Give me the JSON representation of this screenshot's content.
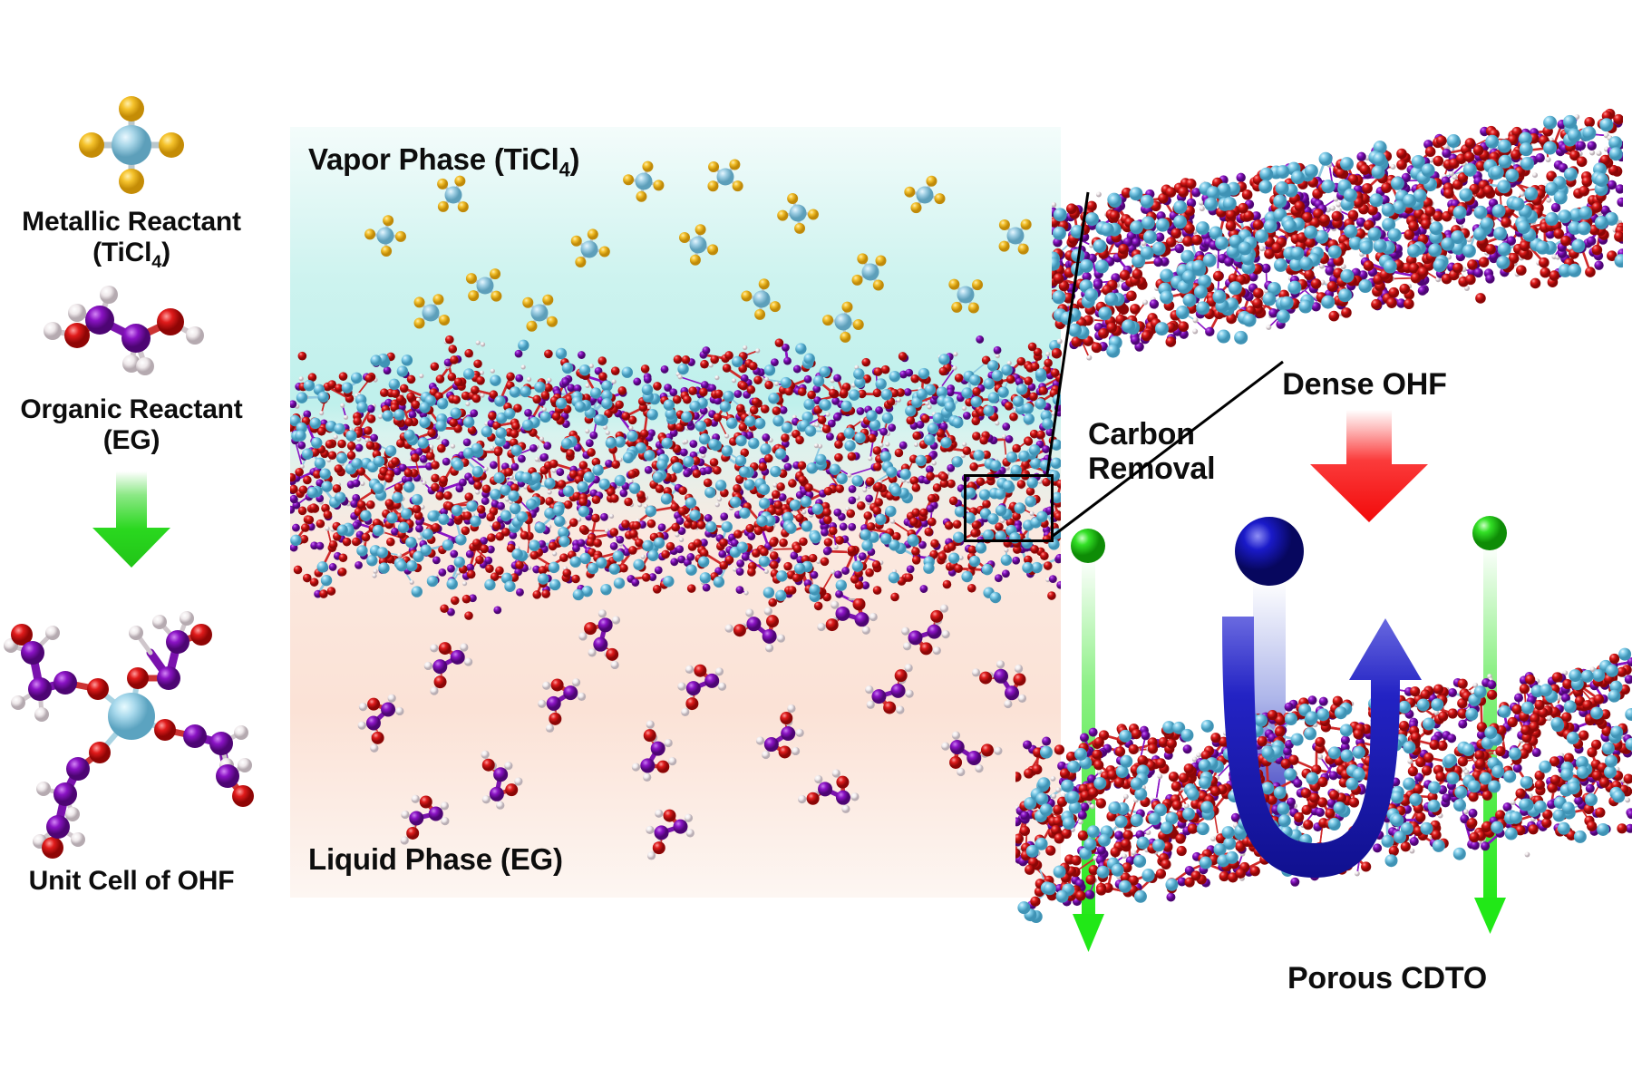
{
  "figure": {
    "type": "schematic-diagram",
    "topic": "Vapor-liquid interfacial synthesis of organic-inorganic hybrid film (OHF) and conversion to porous carbon-doped titanium oxide (CDTO) membrane"
  },
  "legend": {
    "items": [
      {
        "id": "metallic-reactant",
        "line1": "Metallic Reactant",
        "line2_pre": "(TiCl",
        "line2_sub": "4",
        "line2_post": ")",
        "molecule": "TiCl4",
        "center_color": "#9ecde0",
        "ligand_color": "#f5c22b",
        "ligand_count": 4
      },
      {
        "id": "organic-reactant",
        "line1": "Organic Reactant",
        "line2_pre": "(EG",
        "line2_sub": "",
        "line2_post": ")",
        "molecule": "ethylene glycol",
        "carbon_color": "#8a13c4",
        "oxygen_color": "#e01b1b",
        "hydrogen_color": "#f2eef0"
      },
      {
        "id": "unit-cell",
        "line1": "Unit Cell of OHF",
        "line2_pre": "",
        "line2_sub": "",
        "line2_post": "",
        "molecule": "Ti(OCH2CH2OH)x",
        "titanium_color": "#a5d4e6"
      }
    ],
    "arrow_between": {
      "name": "reaction-arrow",
      "color": "#21d418",
      "direction": "down"
    }
  },
  "reactor": {
    "vapor_label_pre": "Vapor Phase (TiCl",
    "vapor_label_sub": "4",
    "vapor_label_post": ")",
    "liquid_label": "Liquid Phase (EG)",
    "vapor_bg_top": "#f4fcfb",
    "vapor_bg_bottom": "#bff0ec",
    "liquid_bg_top": "#fbe9e0",
    "liquid_bg_bottom": "#fdf6f2",
    "vapor_molecule_count": 16,
    "liquid_molecule_count": 17,
    "film_description": "dense interfacial hybrid film of Ti (cyan), C (purple), O (red), H (white)"
  },
  "right": {
    "dense_label": "Dense OHF",
    "carbon_removal_line1": "Carbon",
    "carbon_removal_line2": "Removal",
    "porous_label": "Porous CDTO",
    "red_arrow_color": "#f71616",
    "blue_sphere_color": "#1414c8",
    "green_sphere_color": "#1fd411",
    "blue_arrow_color": "#1a1ac4",
    "green_arrow_color": "#22e01a",
    "callout_box": "zoom-region-on-film-edge",
    "permeation": {
      "passing_species": "small molecules (green) permeate through porous membrane",
      "rejected_species": "large molecule (blue) is rejected and turned back"
    }
  },
  "palette": {
    "titanium": "#7dcbe8",
    "carbon": "#8a13c4",
    "oxygen": "#e01b1b",
    "hydrogen": "#f6f1f3",
    "chlorine": "#f5c22b",
    "text": "#0d0d0d"
  }
}
